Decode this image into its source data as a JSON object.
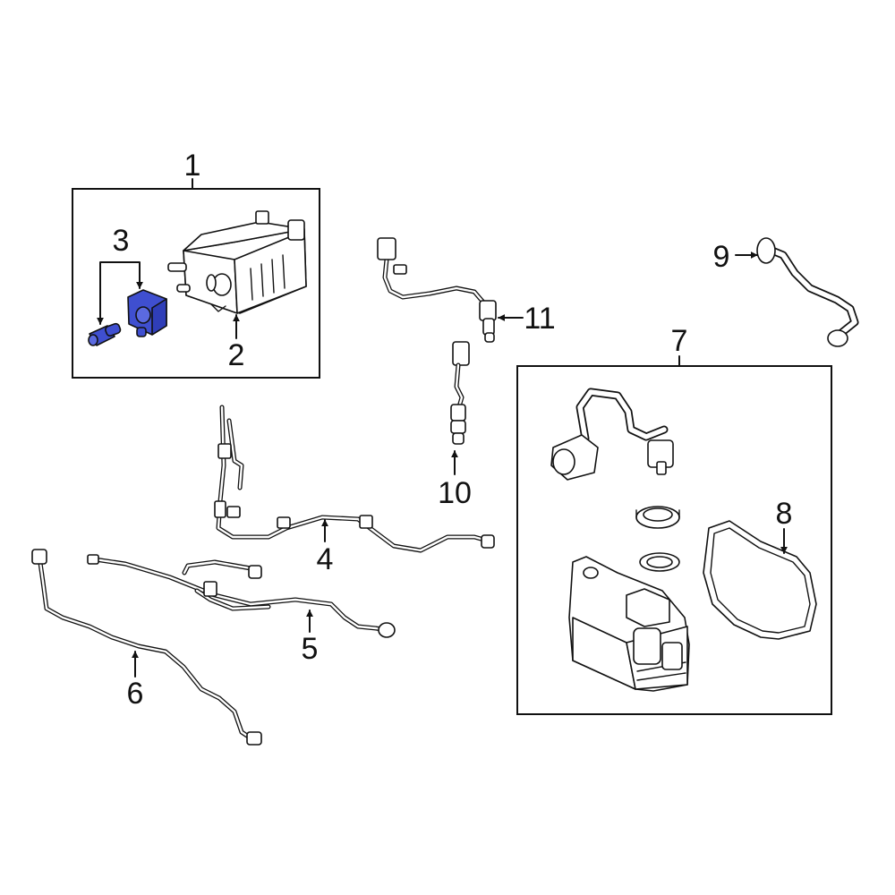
{
  "diagram": {
    "highlight_color": "#3f4fd0",
    "line_color": "#111111",
    "callouts": {
      "c1": "1",
      "c2": "2",
      "c3": "3",
      "c4": "4",
      "c5": "5",
      "c6": "6",
      "c7": "7",
      "c8": "8",
      "c9": "9",
      "c10": "10",
      "c11": "11"
    }
  }
}
